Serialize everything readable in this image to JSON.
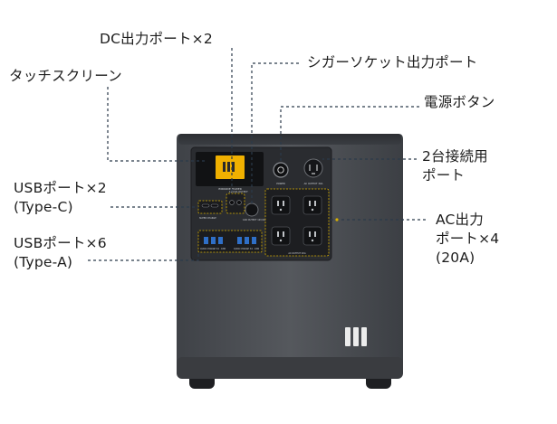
{
  "labels": {
    "touchscreen": "タッチスクリーン",
    "dc_ports": "DC出力ポート×2",
    "cigar": "シガーソケット出力ポート",
    "power": "電源ボタン",
    "parallel": [
      "2台接続用",
      "ポート"
    ],
    "usb_c": [
      "USBポート×2",
      "(Type-C)"
    ],
    "usb_a": [
      "USBポート×6",
      "(Type-A)"
    ],
    "ac": [
      "AC出力",
      "ポート×4",
      "(20A)"
    ]
  },
  "device": {
    "screen_text": "IMPANDE POWER",
    "small_labels": {
      "power": "POWER",
      "ac_30a": "AC OUTPUT 30A",
      "dc": "12V/3A OUTPUT",
      "cigar": "CAR OUTPUT 12V/10A",
      "usb_c": "SUPER CHARGE",
      "usb_a1": "QUICK CHARGE 3.0 · 18W",
      "usb_a2": "QUICK CHARGE 3.0 · 18W",
      "ac_20a": "AC OUTPUT 20A"
    }
  },
  "colors": {
    "callout": "#2b3a4a",
    "highlight": "#e6b800",
    "body": "#4a4d52",
    "panel": "#2a2c30"
  }
}
